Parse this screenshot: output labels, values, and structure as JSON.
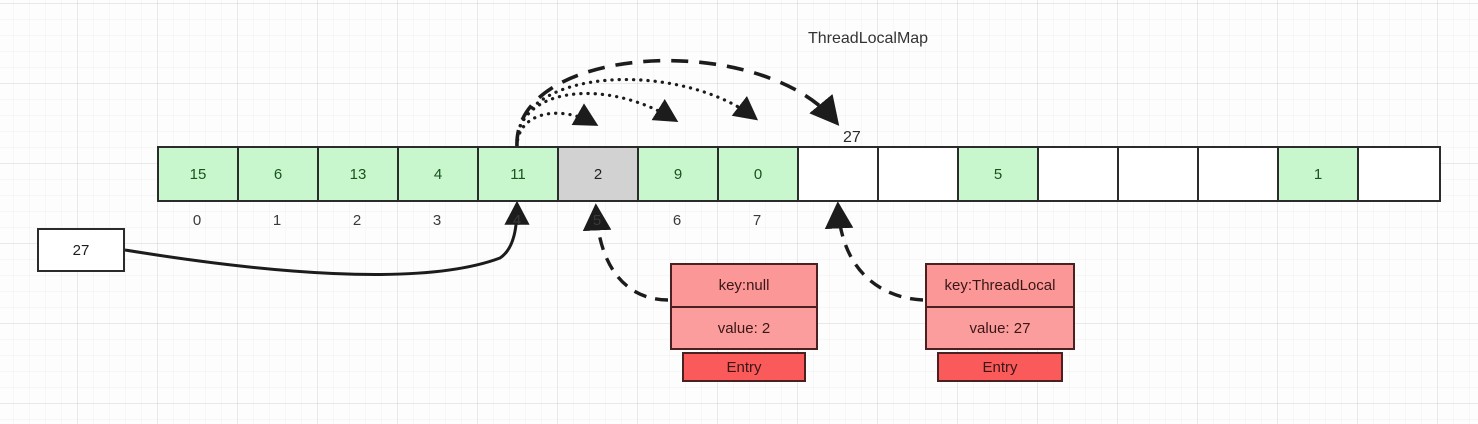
{
  "title": "ThreadLocalMap",
  "colors": {
    "occupied": "#c9f7cd",
    "stale": "#d2d2d2",
    "empty": "#ffffff",
    "entry_fill": "#fb9797",
    "entry_label_fill": "#fb5a5a",
    "border": "#2b2b2b"
  },
  "array": {
    "name": "table",
    "cells": [
      {
        "index": "0",
        "value": "15",
        "state": "green"
      },
      {
        "index": "1",
        "value": "6",
        "state": "green"
      },
      {
        "index": "2",
        "value": "13",
        "state": "green"
      },
      {
        "index": "3",
        "value": "4",
        "state": "green"
      },
      {
        "index": "4",
        "value": "11",
        "state": "green"
      },
      {
        "index": "5",
        "value": "2",
        "state": "gray"
      },
      {
        "index": "6",
        "value": "9",
        "state": "green"
      },
      {
        "index": "7",
        "value": "0",
        "state": "green"
      },
      {
        "index": "8",
        "value": "",
        "state": "empty"
      },
      {
        "index": "9",
        "value": "",
        "state": "empty"
      },
      {
        "index": "10",
        "value": "5",
        "state": "green"
      },
      {
        "index": "11",
        "value": "",
        "state": "empty"
      },
      {
        "index": "12",
        "value": "",
        "state": "empty"
      },
      {
        "index": "13",
        "value": "",
        "state": "empty"
      },
      {
        "index": "14",
        "value": "1",
        "state": "green"
      },
      {
        "index": "15",
        "value": "",
        "state": "empty"
      }
    ],
    "visible_index_labels": [
      "0",
      "1",
      "2",
      "3",
      "4",
      "5",
      "6",
      "7"
    ]
  },
  "source_box": {
    "value": "27"
  },
  "insert_label": {
    "value": "27"
  },
  "entries": [
    {
      "id": "entry-stale",
      "key": "key:null",
      "value": "value: 2",
      "type_label": "Entry",
      "points_to_index": "5"
    },
    {
      "id": "entry-new",
      "key": "key:ThreadLocal",
      "value": "value: 27",
      "type_label": "Entry",
      "points_to_index": "8"
    }
  ],
  "arcs": [
    {
      "name": "probe-arc-to-5",
      "from_index": "4",
      "to_index": "5",
      "style": "dotted"
    },
    {
      "name": "probe-arc-to-6",
      "from_index": "4",
      "to_index": "6",
      "style": "dotted"
    },
    {
      "name": "probe-arc-to-7",
      "from_index": "4",
      "to_index": "7",
      "style": "dotted"
    },
    {
      "name": "insert-arc-to-8",
      "from_index": "4",
      "to_index": "8",
      "style": "dashed",
      "label": "27"
    }
  ]
}
